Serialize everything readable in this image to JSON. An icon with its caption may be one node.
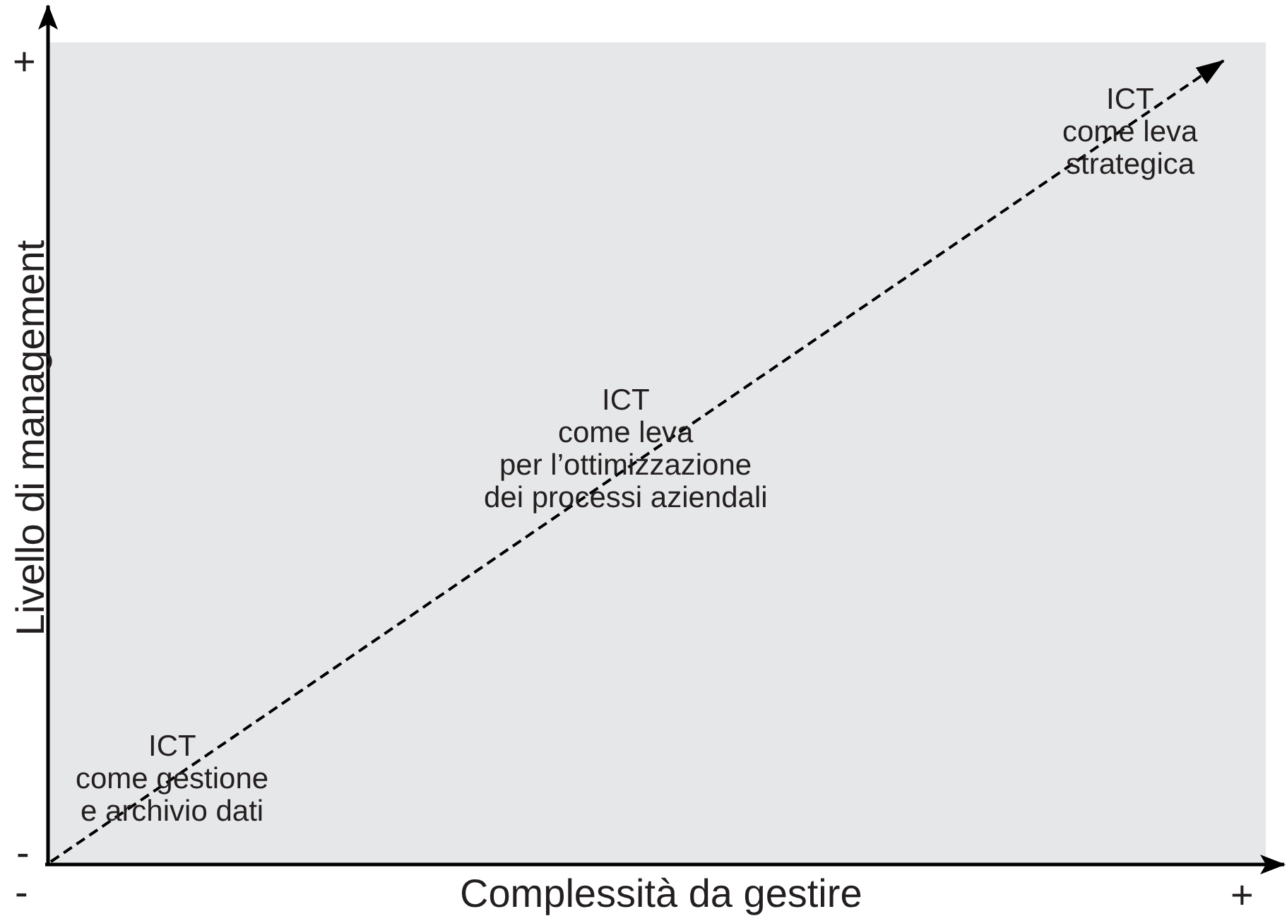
{
  "diagram": {
    "labels": [
      "+",
      "Livello di management",
      "ICT",
      "come leva",
      "strategica",
      "ICT",
      "come leva",
      "per l’ottimizzazione",
      "dei processi aziendali",
      "ICT",
      "come gestione",
      "e archivio dati",
      "-",
      "-",
      "Complessità da gestire",
      "+"
    ]
  }
}
